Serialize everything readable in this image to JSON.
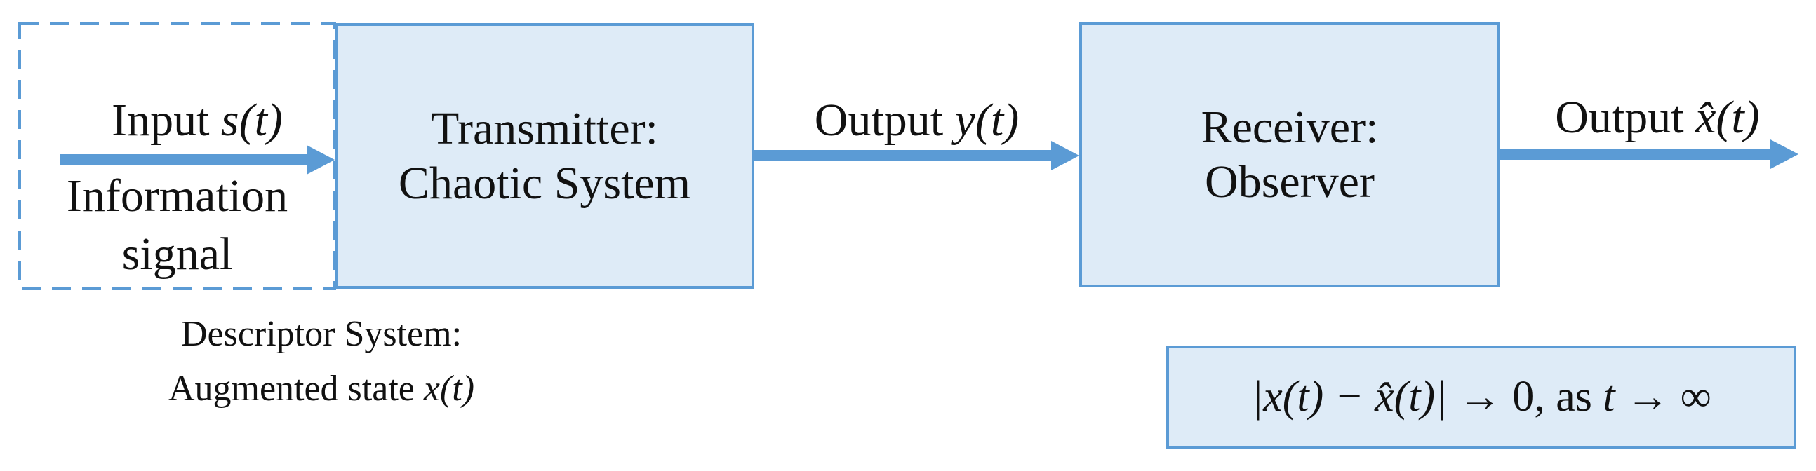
{
  "colors": {
    "accent": "#5B9BD5",
    "box-fill": "#DEEBF7",
    "text": "#111111",
    "background": "#FFFFFF"
  },
  "diagram": {
    "input": {
      "label_prefix": "Input ",
      "label_math": "s(t)",
      "desc_line1": "Information",
      "desc_line2": "signal"
    },
    "transmitter": {
      "line1": "Transmitter:",
      "line2": "Chaotic System"
    },
    "channel_output": {
      "label_prefix": "Output ",
      "label_math": "y(t)"
    },
    "receiver": {
      "line1": "Receiver:",
      "line2": "Observer"
    },
    "final_output": {
      "label_prefix": "Output ",
      "label_math": "x̂(t)"
    },
    "caption": {
      "line1": "Descriptor System:",
      "line2_prefix": "Augmented state ",
      "line2_math": "x(t)"
    },
    "formula": {
      "math1": "|x(t) − x̂(t)|",
      "mid": " → 0, as ",
      "math2": "t",
      "end": " → ∞"
    }
  }
}
